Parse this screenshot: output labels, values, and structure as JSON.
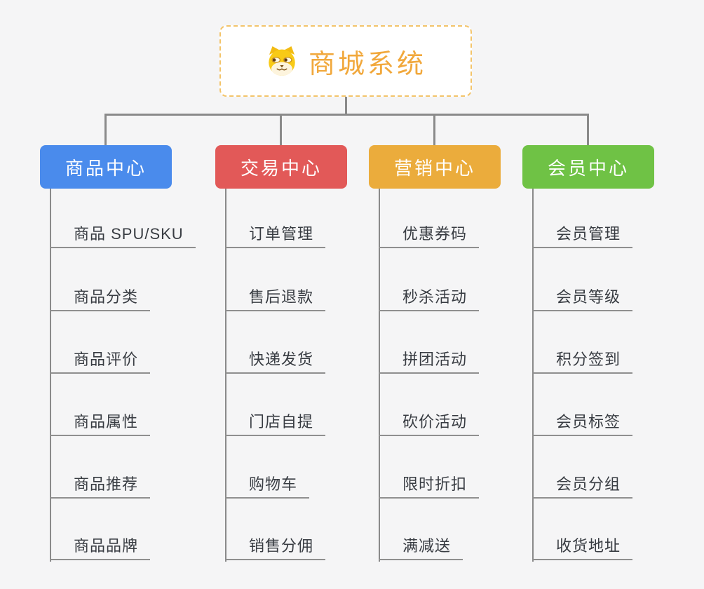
{
  "app": {
    "background_color": "#f5f5f6",
    "connector_color": "#8a8a8a"
  },
  "root": {
    "title": "商城系统",
    "icon": "shiba-dog-icon",
    "title_color": "#f1a83c",
    "border_color": "#f3c46a"
  },
  "branches": [
    {
      "label": "商品中心",
      "color": "#4a8bec",
      "items": [
        "商品 SPU/SKU",
        "商品分类",
        "商品评价",
        "商品属性",
        "商品推荐",
        "商品品牌"
      ]
    },
    {
      "label": "交易中心",
      "color": "#e25958",
      "items": [
        "订单管理",
        "售后退款",
        "快递发货",
        "门店自提",
        "购物车",
        "销售分佣"
      ]
    },
    {
      "label": "营销中心",
      "color": "#ebac3c",
      "items": [
        "优惠券码",
        "秒杀活动",
        "拼团活动",
        "砍价活动",
        "限时折扣",
        "满减送"
      ]
    },
    {
      "label": "会员中心",
      "color": "#6fc245",
      "items": [
        "会员管理",
        "会员等级",
        "积分签到",
        "会员标签",
        "会员分组",
        "收货地址"
      ]
    }
  ]
}
